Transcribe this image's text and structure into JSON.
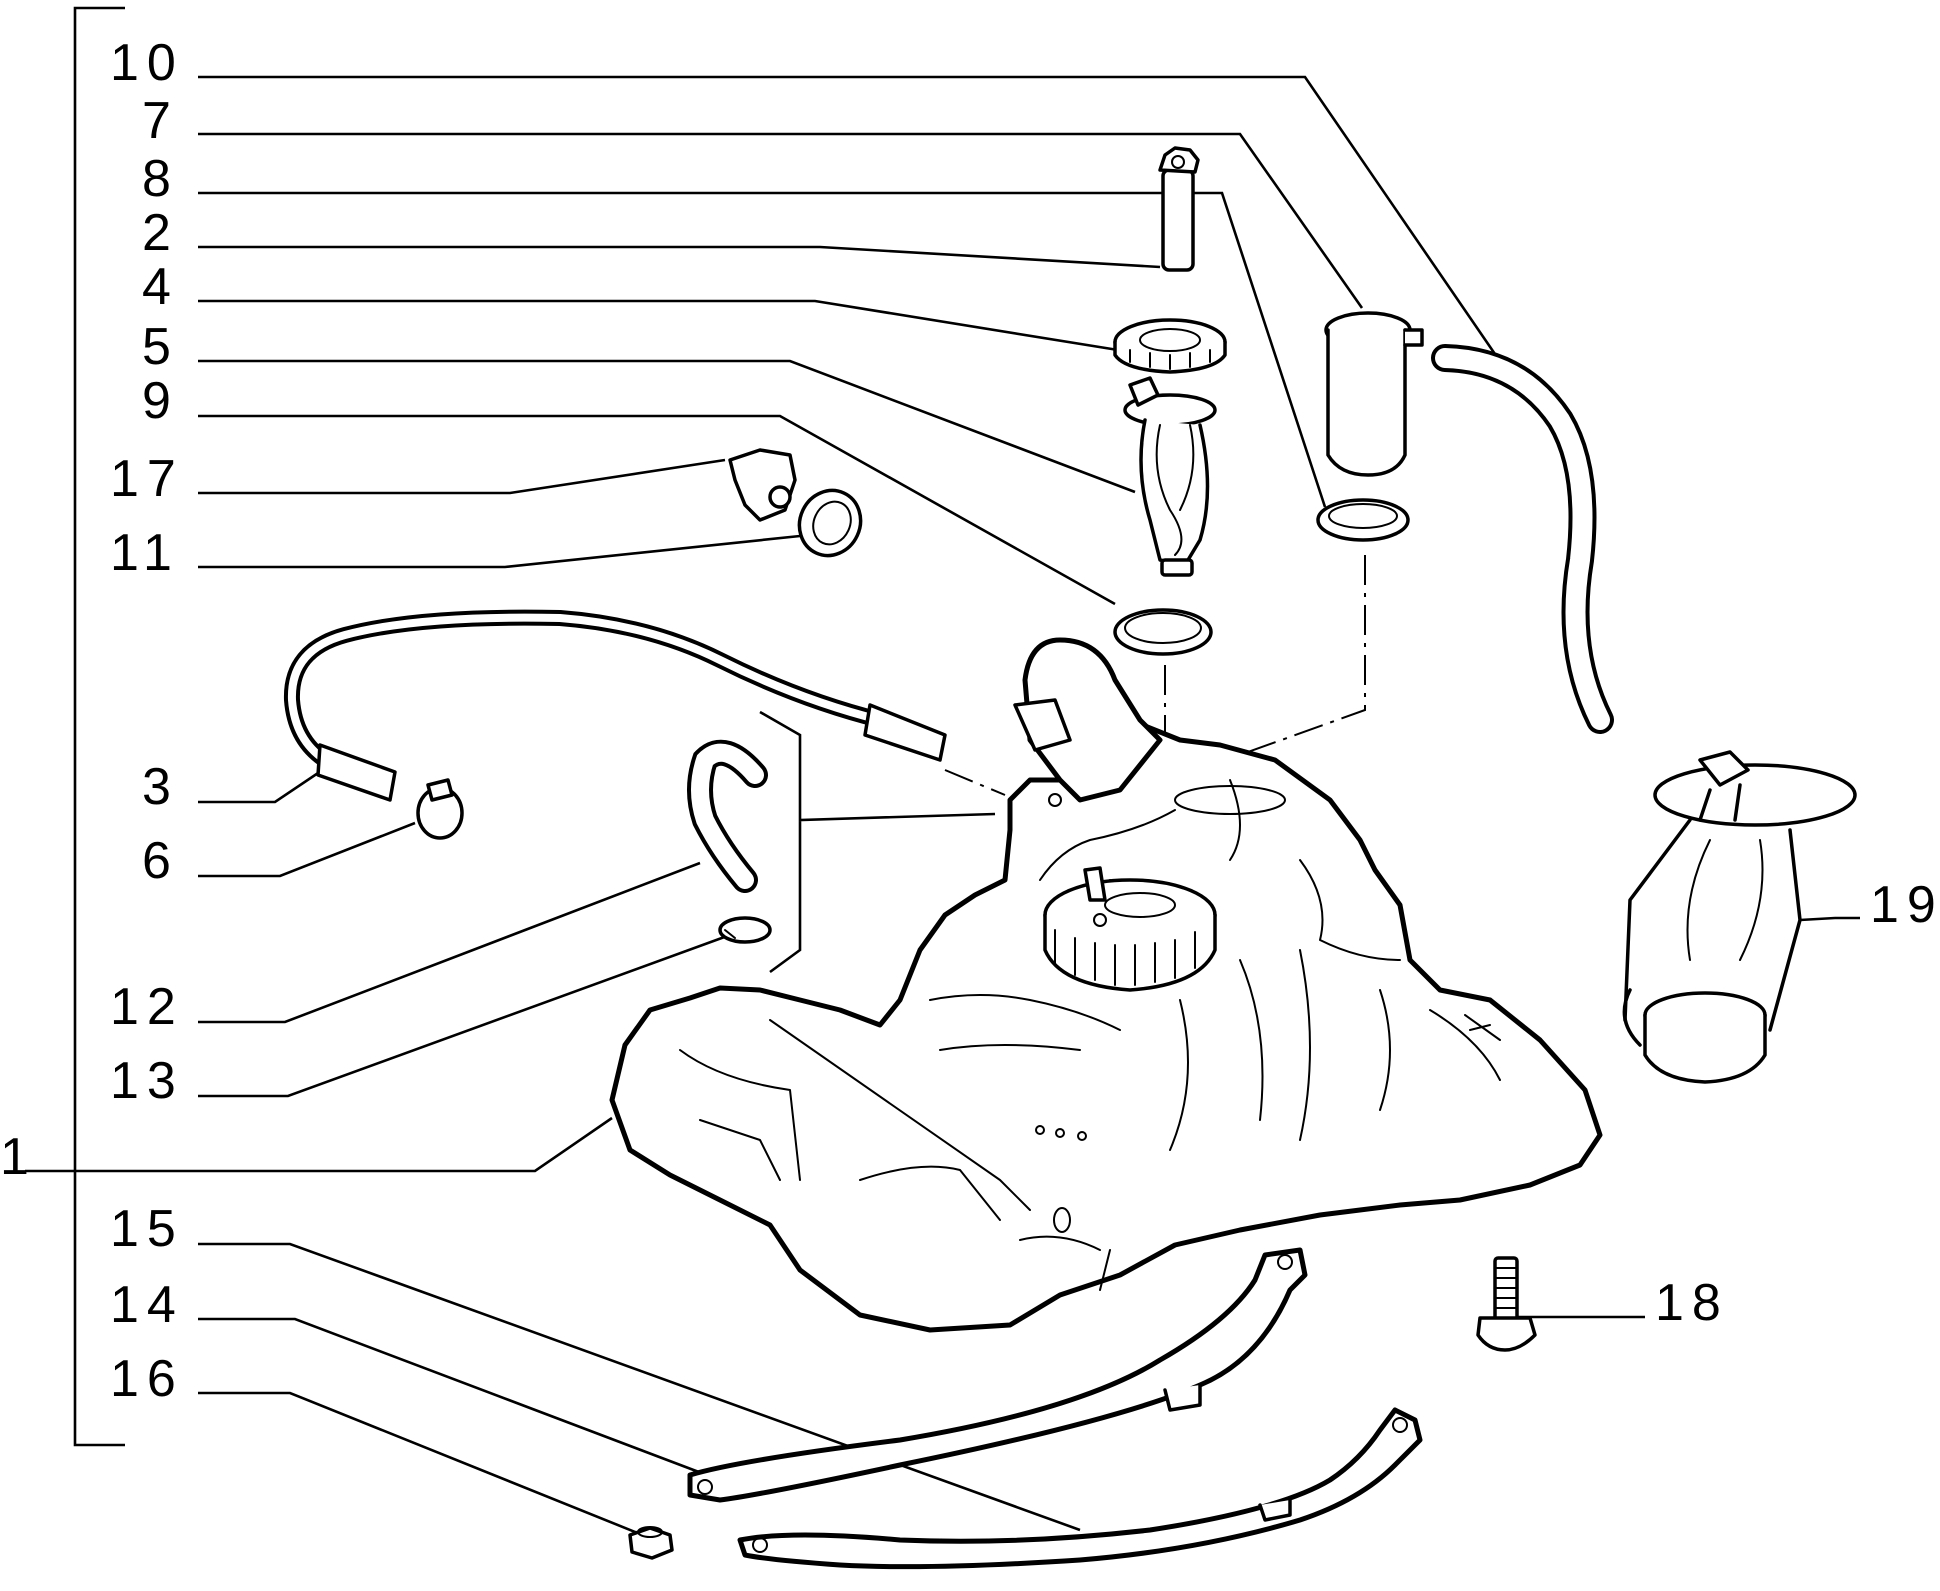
{
  "labels": {
    "p1": "1",
    "p2": "2",
    "p3": "3",
    "p4": "4",
    "p5": "5",
    "p6": "6",
    "p7": "7",
    "p8": "8",
    "p9": "9",
    "p10": "10",
    "p11": "11",
    "p12": "12",
    "p13": "13",
    "p14": "14",
    "p15": "15",
    "p16": "16",
    "p17": "17",
    "p18": "18",
    "p19": "19"
  },
  "colors": {
    "ink": "#000000",
    "paper": "#ffffff"
  }
}
